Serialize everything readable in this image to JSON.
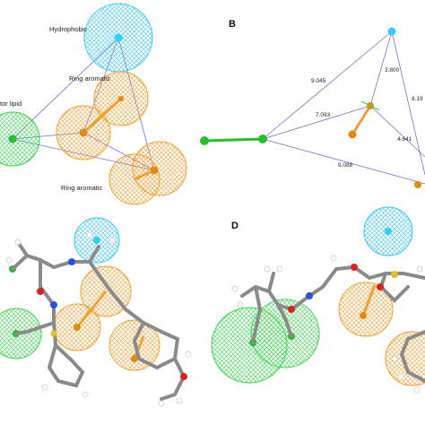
{
  "panels": {
    "a": {
      "labels": [
        "Hydrophobic",
        "Ring aromatic",
        "tor lipid",
        "Ring aromatic"
      ]
    },
    "b": {
      "letter": "B",
      "distances": [
        "9.045",
        "3.800",
        "8.19",
        "7.093",
        "4.641",
        "9.088"
      ]
    },
    "c": {},
    "d": {
      "letter": "D"
    }
  },
  "colors": {
    "hydrophobic": "#35c8f0",
    "ring_aromatic": "#f0a030",
    "lipid": "#35d84a",
    "distance_line": "#7b6fd0",
    "bond": "#8a8a8a",
    "oxygen": "#e02020",
    "nitrogen": "#3050d8",
    "sulfur": "#e0c020",
    "chlorine": "#30d030"
  },
  "feature_types": [
    "hydrophobic",
    "ring-aromatic",
    "lipid"
  ]
}
